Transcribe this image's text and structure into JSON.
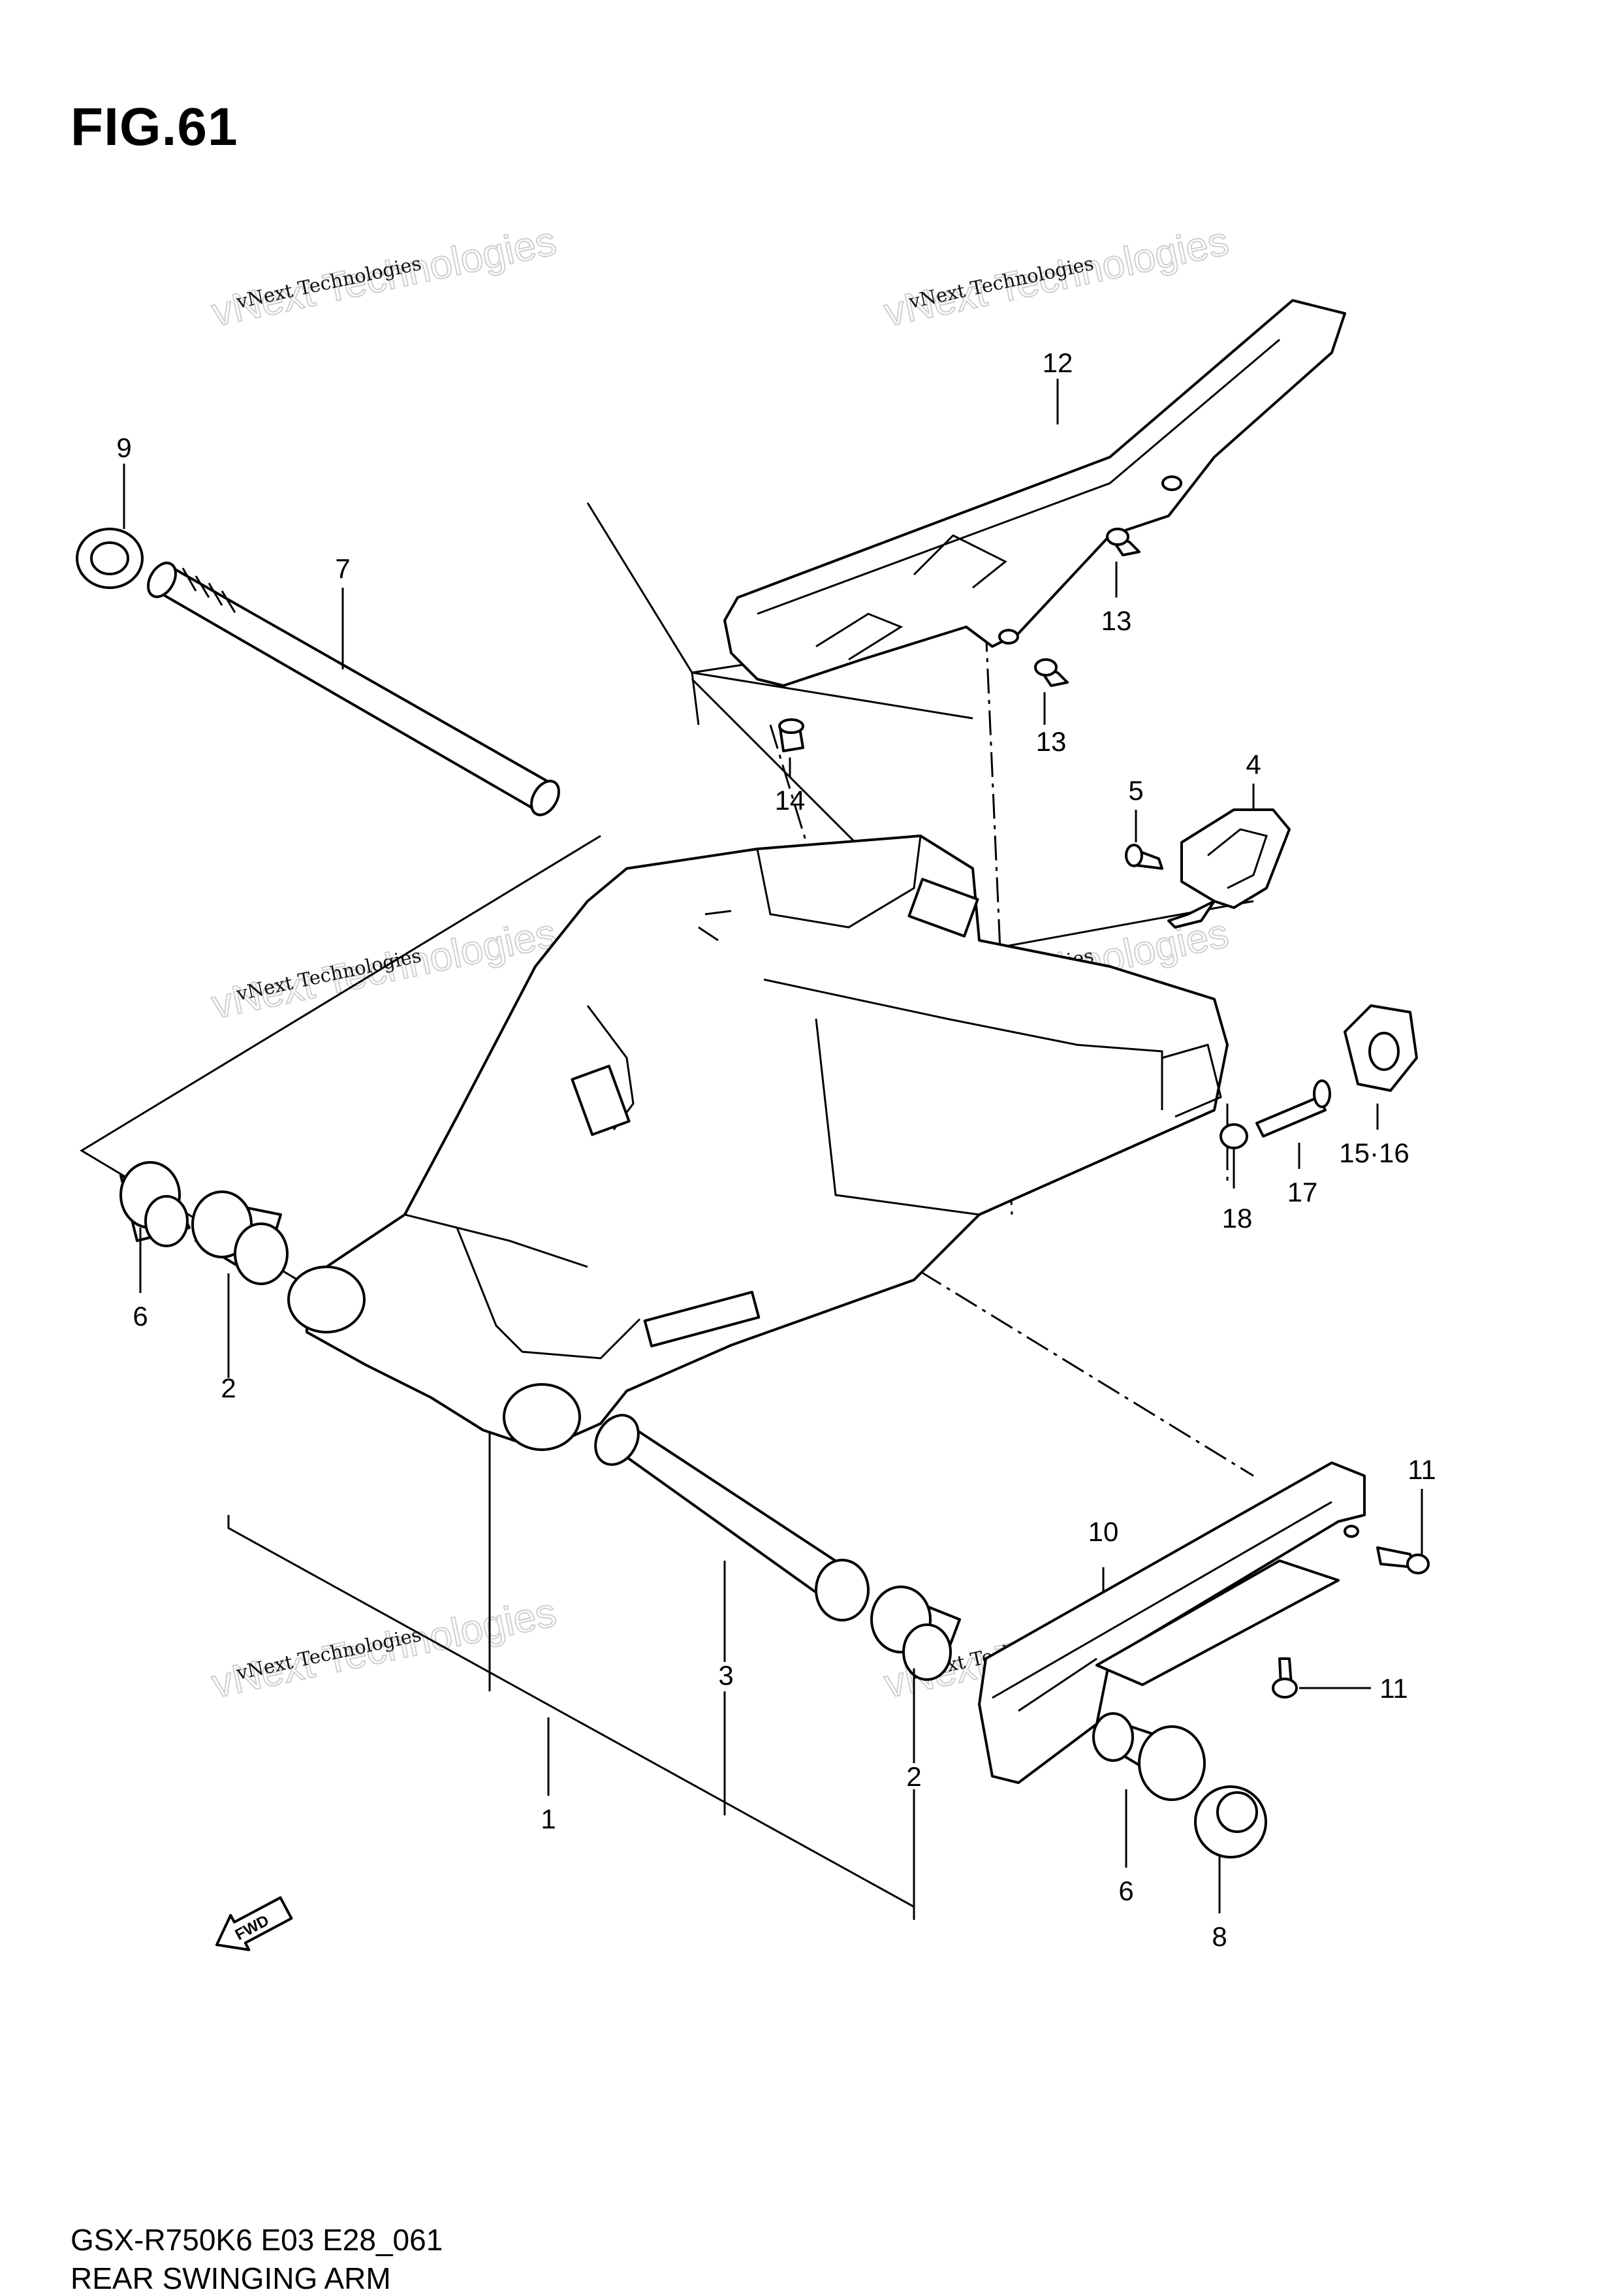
{
  "figure": {
    "title": "FIG.61",
    "model_code": "GSX-R750K6 E03 E28_061",
    "name": "REAR SWINGING ARM"
  },
  "watermark": {
    "line1": "vNext Technologies",
    "line2": "vNext Technologies",
    "line3": "vNext"
  },
  "callouts": {
    "c1": "1",
    "c2a": "2",
    "c2b": "2",
    "c3": "3",
    "c4": "4",
    "c5": "5",
    "c6a": "6",
    "c6b": "6",
    "c7": "7",
    "c8": "8",
    "c9": "9",
    "c10": "10",
    "c11a": "11",
    "c11b": "11",
    "c12": "12",
    "c13a": "13",
    "c13b": "13",
    "c14": "14",
    "c1516": "15·16",
    "c17": "17",
    "c18": "18"
  },
  "fwd_label": "FWD"
}
